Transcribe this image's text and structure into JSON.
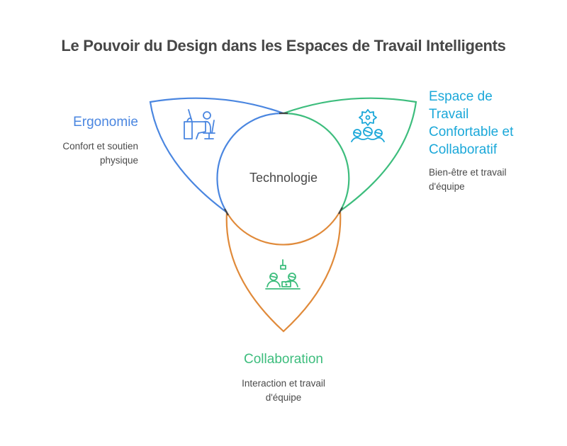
{
  "title": "Le Pouvoir du Design dans les Espaces de Travail Intelligents",
  "center": {
    "label": "Technologie",
    "color": "#474747"
  },
  "petals": [
    {
      "id": "ergonomie",
      "title": "Ergonomie",
      "description": "Confort et soutien physique",
      "color": "#4a86e0",
      "icon": "person-at-desk-icon"
    },
    {
      "id": "espace",
      "title": "Espace de Travail Confortable et Collaboratif",
      "title_lines": [
        "Espace de",
        "Travail",
        "Confortable et",
        "Collaboratif"
      ],
      "description": "Bien-être et travail d'équipe",
      "description_lines": [
        "Bien-être et travail",
        "d'équipe"
      ],
      "color": "#3dbd7d",
      "label_color": "#1ba8d9",
      "icon": "team-gear-icon"
    },
    {
      "id": "collaboration",
      "title": "Collaboration",
      "description": "Interaction et travail d'équipe",
      "description_lines": [
        "Interaction et travail",
        "d'équipe"
      ],
      "color": "#e08a3a",
      "label_color": "#3dbd7d",
      "icon": "meeting-laptop-icon"
    }
  ],
  "ergo_desc_lines": [
    "Confort et soutien",
    "physique"
  ]
}
